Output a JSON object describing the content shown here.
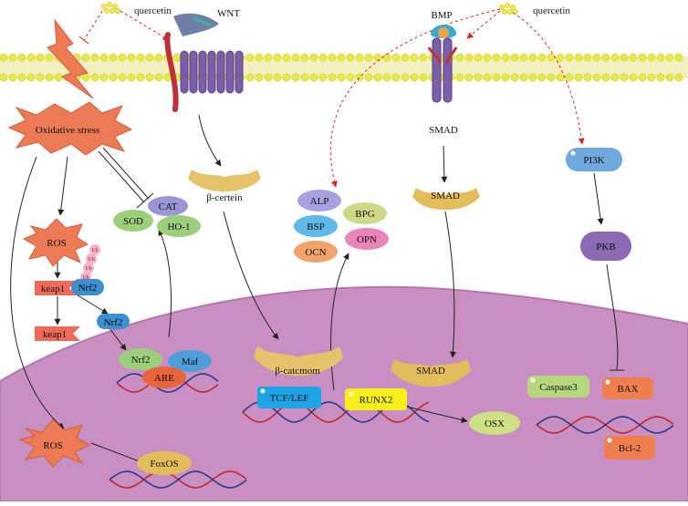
{
  "labels": {
    "quercetin_left": "quercetin",
    "quercetin_right": "quercetin",
    "wnt": "WNT",
    "bmp": "BMP",
    "oxidative_stress": "Oxidative stress",
    "ros_top": "ROS",
    "ros_bottom": "ROS",
    "cat": "CAT",
    "sod": "SOD",
    "ho1": "HO-1",
    "ub1": "Ub",
    "ub2": "Ub",
    "ub3": "Ub",
    "ub4": "Ub",
    "keap1_bound": "keap1",
    "nrf2_bound": "Nrf2",
    "keap1_free": "keap1",
    "nrf2_free": "Nrf2",
    "nrf2_nuclear": "Nrf2",
    "maf": "Maf",
    "are": "ARE",
    "beta_certein": "β-certein",
    "beta_catcmom": "β-catcmom",
    "tcf_lef": "TCF/LEF",
    "alp": "ALP",
    "bpg": "BPG",
    "bsp": "BSP",
    "opn": "OPN",
    "ocn": "OCN",
    "runx2": "RUNX2",
    "osx": "OSX",
    "smad_receptor": "SMAD",
    "smad_mid": "SMAD",
    "smad_nuclear": "SMAD",
    "pi3k": "PI3K",
    "pkb": "PKB",
    "caspase3": "Caspase3",
    "bax": "BAX",
    "bcl2": "Bcl-2",
    "foxos": "FoxOS"
  },
  "colors": {
    "membrane_head": "#e6e84a",
    "membrane_tail": "#cfd22e",
    "nucleus": "#c98fc2",
    "nucleus_edge": "#b476ae",
    "oxidative": "#ec7a55",
    "ros": "#ec7a55",
    "cat": "#9a96d6",
    "sod": "#9ccf7c",
    "ho1": "#9ccf7c",
    "keap1": "#ee6a5a",
    "nrf2": "#3d8fd0",
    "maf": "#4f9ed9",
    "are": "#e8653c",
    "beta": "#e6c36a",
    "alp": "#a7a2dd",
    "bpg": "#cdd987",
    "bsp": "#5fb8e6",
    "opn": "#e884b8",
    "ocn": "#f0a36a",
    "tcf": "#1ea3e6",
    "runx2": "#f7ee1c",
    "osx": "#cde083",
    "pi3k": "#6ea8dc",
    "pkb": "#8b69b5",
    "caspase3": "#b6d67f",
    "bax": "#ef7f4f",
    "bcl2": "#ef7f4f",
    "smad": "#e3bd5b",
    "receptor": "#7a5fa8",
    "dashed": "#e22020"
  }
}
